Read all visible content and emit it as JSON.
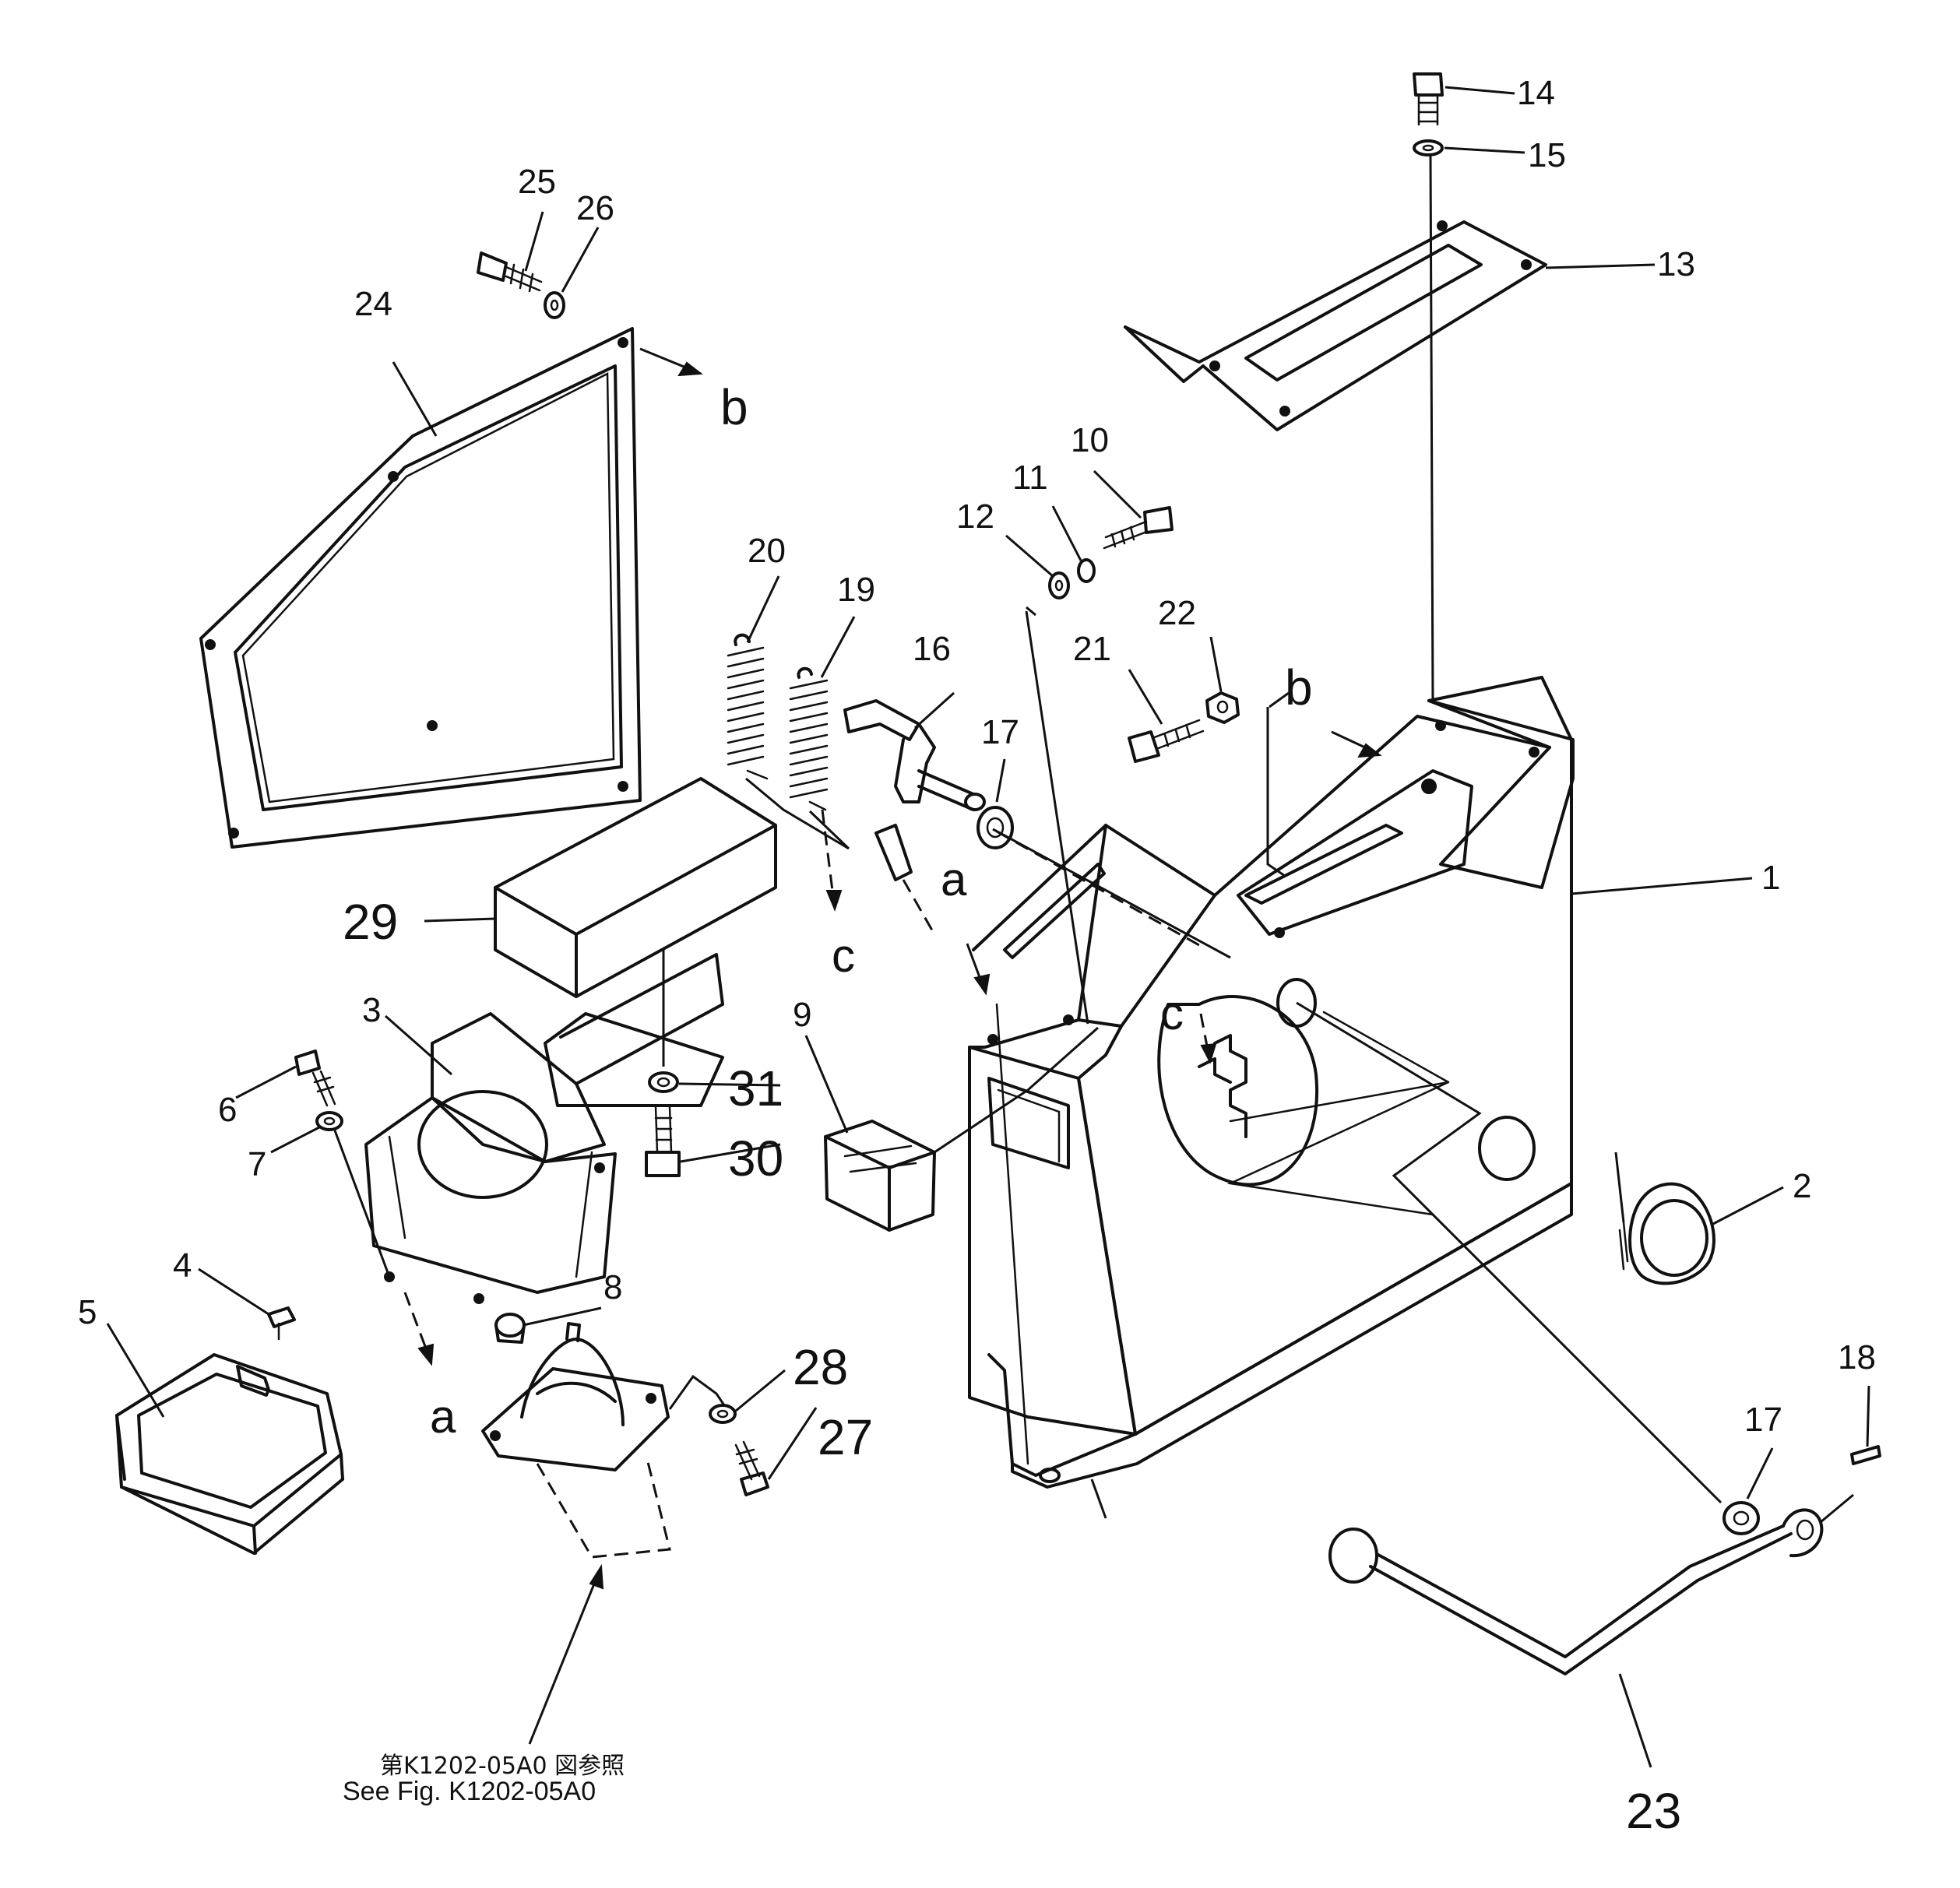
{
  "parts": [
    {
      "num": "1"
    },
    {
      "num": "2"
    },
    {
      "num": "3"
    },
    {
      "num": "4"
    },
    {
      "num": "5"
    },
    {
      "num": "6"
    },
    {
      "num": "7"
    },
    {
      "num": "8"
    },
    {
      "num": "9"
    },
    {
      "num": "10"
    },
    {
      "num": "11"
    },
    {
      "num": "12"
    },
    {
      "num": "13"
    },
    {
      "num": "14"
    },
    {
      "num": "15"
    },
    {
      "num": "16"
    },
    {
      "num": "17"
    },
    {
      "num": "17"
    },
    {
      "num": "18"
    },
    {
      "num": "19"
    },
    {
      "num": "20"
    },
    {
      "num": "21"
    },
    {
      "num": "22"
    },
    {
      "num": "23"
    },
    {
      "num": "24"
    },
    {
      "num": "25"
    },
    {
      "num": "26"
    },
    {
      "num": "27"
    },
    {
      "num": "28"
    },
    {
      "num": "29"
    },
    {
      "num": "30"
    },
    {
      "num": "31"
    }
  ],
  "refs": [
    {
      "letter": "a"
    },
    {
      "letter": "a"
    },
    {
      "letter": "b"
    },
    {
      "letter": "b"
    },
    {
      "letter": "c"
    },
    {
      "letter": "c"
    }
  ],
  "note": {
    "jp": "第K1202-05A0 図参照",
    "en": "See Fig. K1202-05A0"
  }
}
